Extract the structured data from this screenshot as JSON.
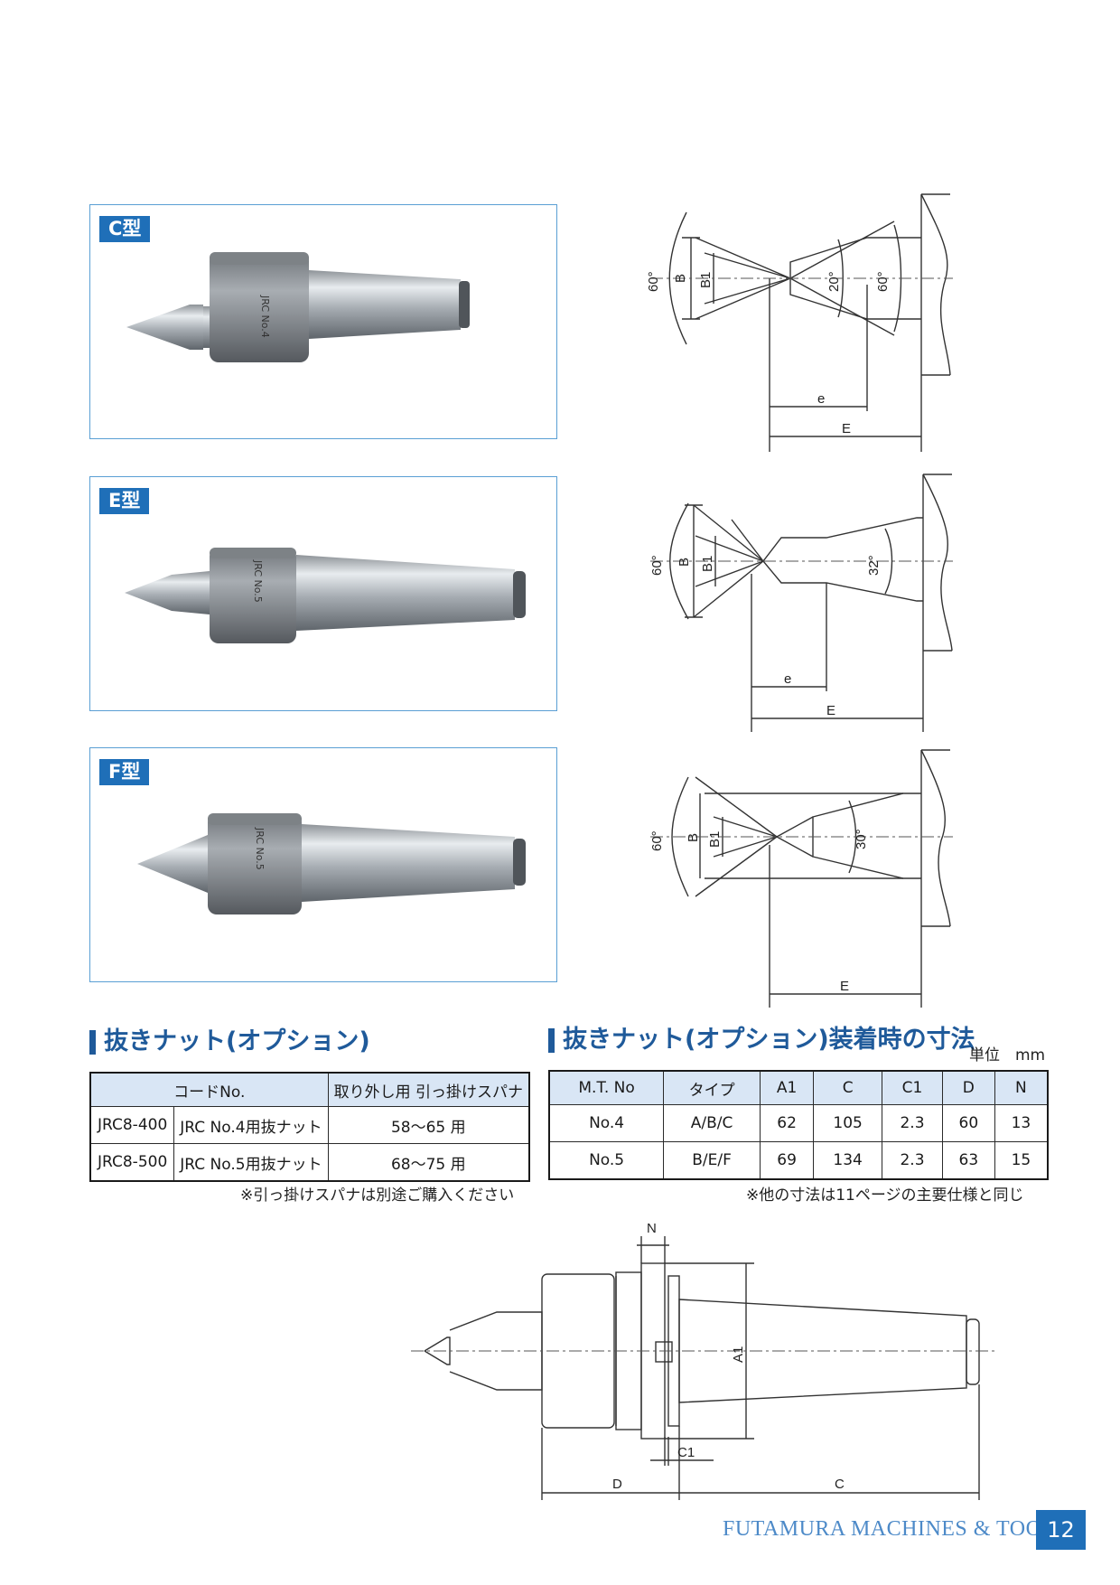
{
  "panels": [
    {
      "tag": "C型",
      "engraving": "JRC No.4"
    },
    {
      "tag": "E型",
      "engraving": "JRC No.5"
    },
    {
      "tag": "F型",
      "engraving": "JRC No.5"
    }
  ],
  "drawings": {
    "c": {
      "angle_outer": "60°",
      "b": "B",
      "b1": "B1",
      "angle_mid": "20°",
      "angle_right": "60°",
      "e_small": "e",
      "e_large": "E"
    },
    "e": {
      "angle_outer": "60°",
      "b": "B",
      "b1": "B1",
      "angle_right": "32°",
      "e_small": "e",
      "e_large": "E"
    },
    "f": {
      "angle_outer": "60°",
      "b": "B",
      "b1": "B1",
      "angle_right": "30°",
      "e_large": "E"
    }
  },
  "nut_section": {
    "title": "抜きナット(オプション)",
    "headers": [
      "コードNo.",
      "取り外し用 引っ掛けスパナ"
    ],
    "rows": [
      {
        "code": "JRC8-400",
        "name": "JRC No.4用抜ナット",
        "spanner": "58〜65 用"
      },
      {
        "code": "JRC8-500",
        "name": "JRC No.5用抜ナット",
        "spanner": "68〜75 用"
      }
    ],
    "note": "※引っ掛けスパナは別途ご購入ください"
  },
  "dim_section": {
    "title": "抜きナット(オプション)装着時の寸法",
    "unit": "単位　mm",
    "headers": [
      "M.T. No",
      "タイプ",
      "A1",
      "C",
      "C1",
      "D",
      "N"
    ],
    "rows": [
      [
        "No.4",
        "A/B/C",
        "62",
        "105",
        "2.3",
        "60",
        "13"
      ],
      [
        "No.5",
        "B/E/F",
        "69",
        "134",
        "2.3",
        "63",
        "15"
      ]
    ],
    "note": "※他の寸法は11ページの主要仕様と同じ"
  },
  "assembly_drawing": {
    "n": "N",
    "a1": "A1",
    "c1": "C1",
    "d": "D",
    "c": "C"
  },
  "footer": {
    "brand": "FUTAMURA MACHINES & TOOLS",
    "page": "12"
  },
  "colors": {
    "accent": "#1f6fb8",
    "heading": "#1f5a9a",
    "panel_border": "#5a9fd4",
    "table_header": "#d9e6f5"
  }
}
